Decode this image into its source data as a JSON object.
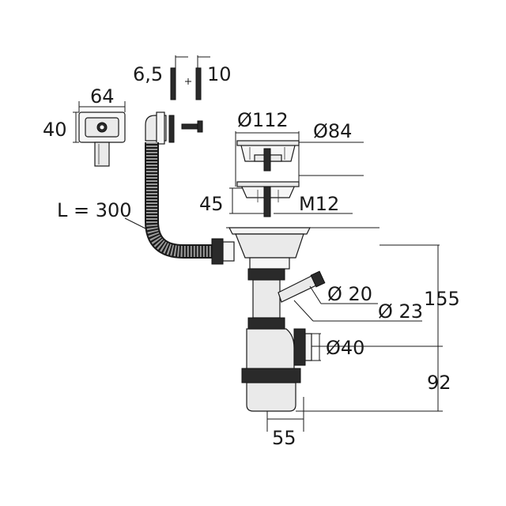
{
  "dimensions": {
    "overflow_width": "64",
    "overflow_height": "40",
    "gasket_a": "6,5",
    "gasket_b": "10",
    "hose_length": "L = 300",
    "strainer_outer": "Ø112",
    "strainer_inner": "Ø84",
    "strainer_depth": "45",
    "thread": "M12",
    "outlet_small": "Ø 20",
    "outlet_large": "Ø 23",
    "trap_outlet": "Ø40",
    "total_height": "155",
    "trap_height": "92",
    "trap_width": "55"
  },
  "colors": {
    "line": "#1a1a1a",
    "part_fill": "#eaeaea",
    "dark_fill": "#2a2a2a"
  }
}
